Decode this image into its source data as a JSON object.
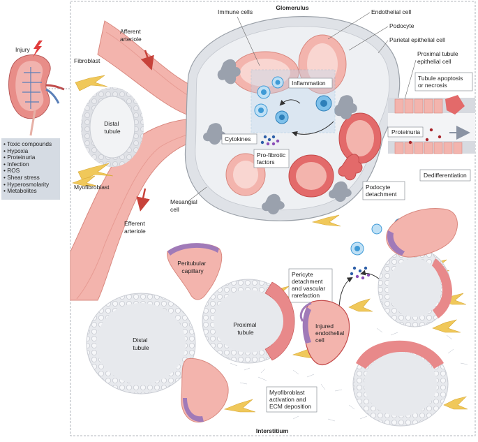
{
  "side_panel": {
    "injury_label": "Injury",
    "factors": [
      "Toxic compounds",
      "Hypoxia",
      "Proteinuria",
      "Infection",
      "ROS",
      "Shear stress",
      "Hyperosmolarity",
      "Metabolites"
    ]
  },
  "labels": {
    "glomerulus": "Glomerulus",
    "interstitium": "Interstitium",
    "afferent_arteriole": [
      "Afferent",
      "arteriole"
    ],
    "efferent_arteriole": [
      "Efferent",
      "arteriole"
    ],
    "fibroblast": "Fibroblast",
    "myofibroblast": "Myofibroblast",
    "distal_tubule_top": [
      "Distal",
      "tubule"
    ],
    "distal_tubule_bottom": [
      "Distal",
      "tubule"
    ],
    "mesangial_cell": [
      "Mesangial",
      "cell"
    ],
    "immune_cells": "Immune cells",
    "endothelial_cell": "Endothelial cell",
    "podocyte": "Podocyte",
    "parietal_epithelial_cell": "Parietal epithelial cell",
    "proximal_tubule_epithelial_cell": [
      "Proximal tubule",
      "epithelial cell"
    ],
    "tubule_apoptosis": [
      "Tubule apoptosis",
      "or necrosis"
    ],
    "proteinuria": "Proteinuria",
    "dedifferentiation": "Dedifferentiation",
    "inflammation": "Inflammation",
    "cytokines": "Cytokines",
    "pro_fibrotic": [
      "Pro-fibrotic",
      "factors"
    ],
    "podocyte_detachment": [
      "Podocyte",
      "detachment"
    ],
    "peritubular_capillary": [
      "Peritubular",
      "capillary"
    ],
    "proximal_tubule": [
      "Proximal",
      "tubule"
    ],
    "pericyte_detachment": [
      "Pericyte",
      "detachment",
      "and vascular",
      "rarefaction"
    ],
    "injured_endothelial": [
      "Injured",
      "endothelial",
      "cell"
    ],
    "myofibroblast_activation": [
      "Myofibroblast",
      "activation and",
      "ECM deposition"
    ]
  },
  "colors": {
    "vessel_pink": "#f3b4ad",
    "vessel_dark": "#e79b93",
    "tubule_gray": "#e4e6ea",
    "tubule_cell": "#f4f5f7",
    "injured_red": "#e36a6a",
    "immune_blue": "#3f9ad6",
    "fibroblast_yellow": "#f0c85a",
    "pericyte_purple": "#a07ab8",
    "side_panel_bg": "#d5dbe3",
    "injury_red": "#e03b3b"
  }
}
